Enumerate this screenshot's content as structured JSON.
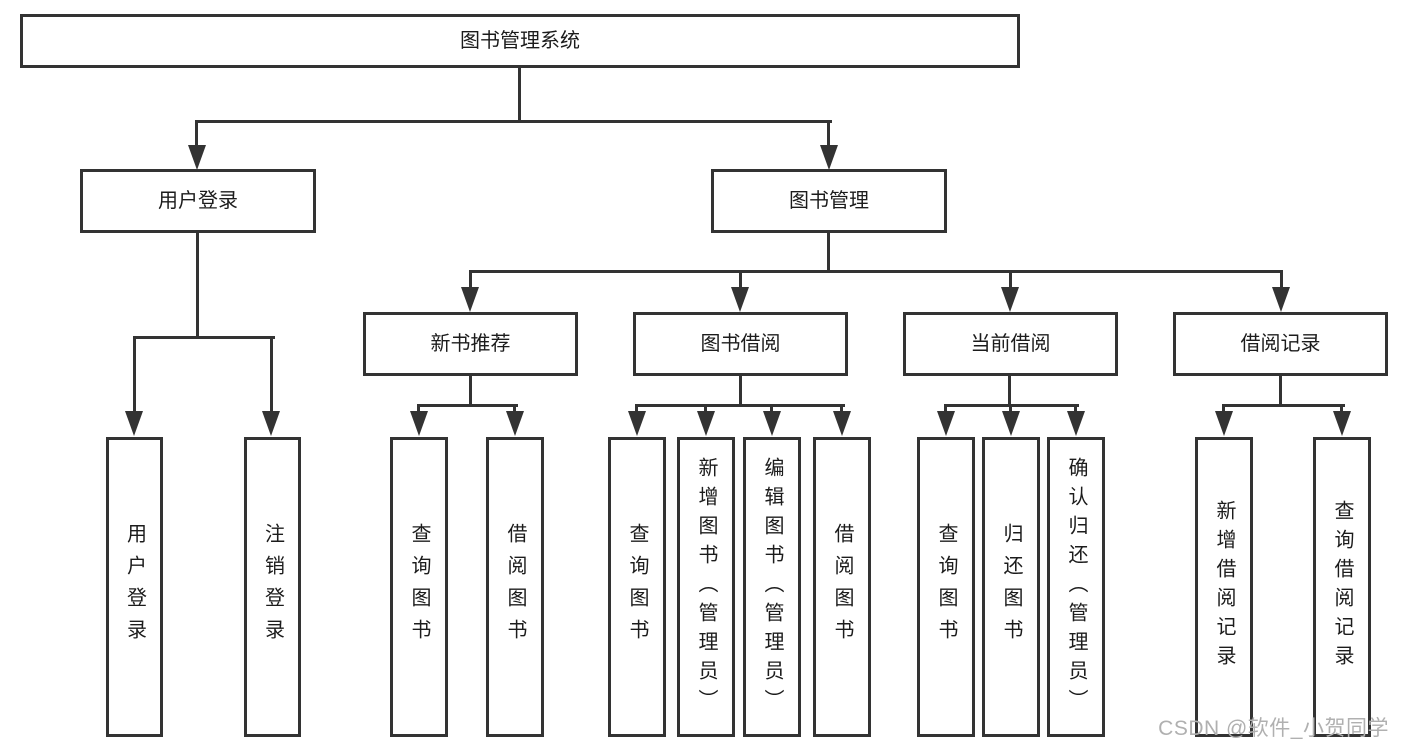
{
  "diagram": {
    "root": {
      "label": "图书管理系统"
    },
    "branches": [
      {
        "label": "用户登录",
        "children": [
          {
            "label": "用户登录"
          },
          {
            "label": "注销登录"
          }
        ]
      },
      {
        "label": "图书管理",
        "children": [
          {
            "label": "新书推荐",
            "children": [
              {
                "label": "查询图书"
              },
              {
                "label": "借阅图书"
              }
            ]
          },
          {
            "label": "图书借阅",
            "children": [
              {
                "label": "查询图书"
              },
              {
                "label": "新增图书（管理员）"
              },
              {
                "label": "编辑图书（管理员）"
              },
              {
                "label": "借阅图书"
              }
            ]
          },
          {
            "label": "当前借阅",
            "children": [
              {
                "label": "查询图书"
              },
              {
                "label": "归还图书"
              },
              {
                "label": "确认归还（管理员）"
              }
            ]
          },
          {
            "label": "借阅记录",
            "children": [
              {
                "label": "新增借阅记录"
              },
              {
                "label": "查询借阅记录"
              }
            ]
          }
        ]
      }
    ],
    "watermark": "CSDN @软件_小贺同学",
    "colors": {
      "line": "#333333",
      "text": "#1c1c1c",
      "watermark": "#b0b0b0",
      "background": "#ffffff"
    }
  }
}
